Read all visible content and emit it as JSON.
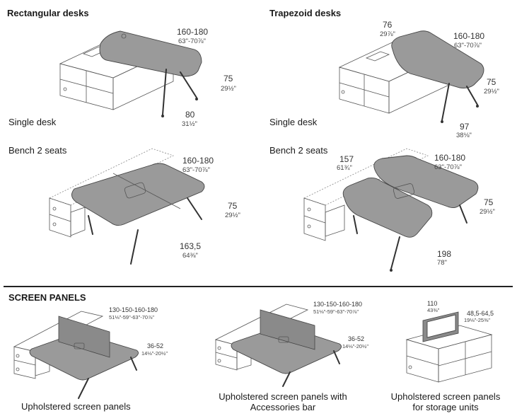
{
  "sections": {
    "rectangular": {
      "title": "Rectangular desks",
      "single": {
        "label": "Single desk",
        "dims": {
          "length": {
            "metric": "160-180",
            "inch": "63\"-70⅞\""
          },
          "height": {
            "metric": "75",
            "inch": "29½\""
          },
          "depth": {
            "metric": "80",
            "inch": "31½\""
          }
        }
      },
      "bench": {
        "label": "Bench 2 seats",
        "dims": {
          "length": {
            "metric": "160-180",
            "inch": "63\"-70⅞\""
          },
          "height": {
            "metric": "75",
            "inch": "29½\""
          },
          "depth": {
            "metric": "163,5",
            "inch": "64⅜\""
          }
        }
      }
    },
    "trapezoid": {
      "title": "Trapezoid desks",
      "single": {
        "label": "Single desk",
        "dims": {
          "short_side": {
            "metric": "76",
            "inch": "29⅞\""
          },
          "length": {
            "metric": "160-180",
            "inch": "63\"-70⅞\""
          },
          "height": {
            "metric": "75",
            "inch": "29½\""
          },
          "depth": {
            "metric": "97",
            "inch": "38⅛\""
          }
        }
      },
      "bench": {
        "label": "Bench 2 seats",
        "dims": {
          "short_side": {
            "metric": "157",
            "inch": "61¾\""
          },
          "length": {
            "metric": "160-180",
            "inch": "63\"-70⅞\""
          },
          "height": {
            "metric": "75",
            "inch": "29½\""
          },
          "depth": {
            "metric": "198",
            "inch": "78\""
          }
        }
      }
    },
    "screen_panels": {
      "title": "SCREEN PANELS",
      "items": [
        {
          "label": "Upholstered screen panels",
          "dims": {
            "width": {
              "metric": "130-150-160-180",
              "inch": "51⅛\"-59\"-63\"-70⅞\""
            },
            "height": {
              "metric": "36-52",
              "inch": "14⅛\"-20½\""
            }
          }
        },
        {
          "label_line1": "Upholstered screen panels with",
          "label_line2": "Accessories bar",
          "dims": {
            "width": {
              "metric": "130-150-160-180",
              "inch": "51⅛\"-59\"-63\"-70⅞\""
            },
            "height": {
              "metric": "36-52",
              "inch": "14⅛\"-20½\""
            }
          }
        },
        {
          "label_line1": "Upholstered screen panels",
          "label_line2": "for storage units",
          "dims": {
            "width": {
              "metric": "110",
              "inch": "43⅜\""
            },
            "height": {
              "metric": "48,5-64,5",
              "inch": "19⅛\"-25⅜\""
            }
          }
        }
      ]
    }
  },
  "colors": {
    "desk_top": "#9a9a9a",
    "screen": "#8a8a8a",
    "line": "#444444"
  }
}
